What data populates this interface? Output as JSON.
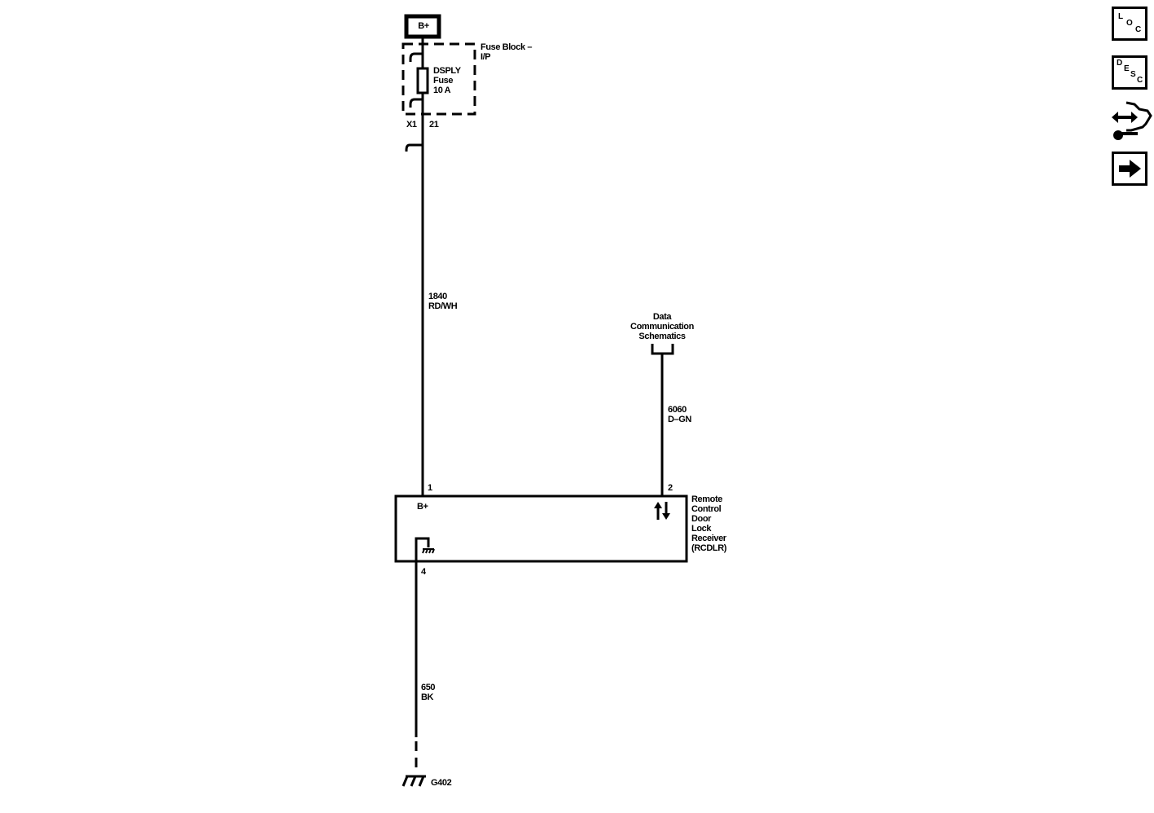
{
  "diagram": {
    "power_source": {
      "label": "B+"
    },
    "fuse_block": {
      "name": "Fuse Block –\nI/P",
      "fuse_label": "DSPLY\nFuse\n10 A",
      "connector": "X1",
      "pin": "21"
    },
    "wires": [
      {
        "id": "w1840",
        "circuit": "1840",
        "color": "RD/WH",
        "label": "1840\nRD/WH"
      },
      {
        "id": "w6060",
        "circuit": "6060",
        "color": "D–GN",
        "label": "6060\nD–GN"
      },
      {
        "id": "w650",
        "circuit": "650",
        "color": "BK",
        "label": "650\nBK"
      }
    ],
    "data_comm": {
      "label": "Data\nCommunication\nSchematics"
    },
    "module": {
      "name": "Remote\nControl\nDoor\nLock\nReceiver\n(RCDLR)",
      "pins": [
        {
          "pin": "1",
          "function": "B+"
        },
        {
          "pin": "2",
          "function": "data-serial"
        },
        {
          "pin": "4",
          "function": "ground"
        }
      ],
      "pin1_label": "1",
      "pin2_label": "2",
      "pin4_label": "4",
      "bplus_label": "B+"
    },
    "ground": {
      "label": "G402"
    }
  },
  "nav": {
    "loc": {
      "label": "LOC",
      "letters": [
        "L",
        "O",
        "C"
      ]
    },
    "desc": {
      "label": "DESC",
      "letters": [
        "D",
        "E",
        "S",
        "C"
      ]
    },
    "connector_icon": {
      "label": "connector-end-view"
    },
    "next": {
      "label": "next"
    }
  }
}
